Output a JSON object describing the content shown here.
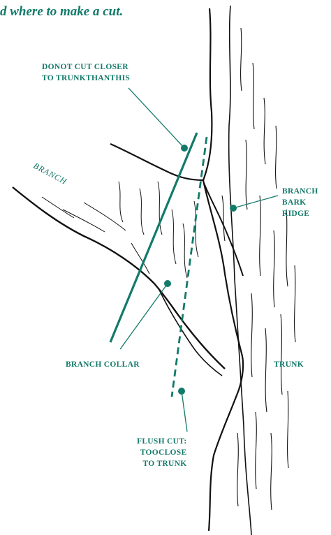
{
  "header": {
    "title": "d where to make a cut."
  },
  "labels": {
    "donot_cut": {
      "line1": "DONOT CUT CLOSER",
      "line2": "TO TRUNKTHANTHIS"
    },
    "branch": "BRANCH",
    "branch_bark_ridge": {
      "line1": "BRANCH",
      "line2": "BARK",
      "line3": "RIDGE"
    },
    "branch_collar": "BRANCH COLLAR",
    "trunk": "TRUNK",
    "flush_cut": {
      "line1": "FLUSH CUT:",
      "line2": "TOOCLOSE",
      "line3": "TO TRUNK"
    }
  },
  "colors": {
    "accent": "#127a6a",
    "ink": "#111111"
  }
}
